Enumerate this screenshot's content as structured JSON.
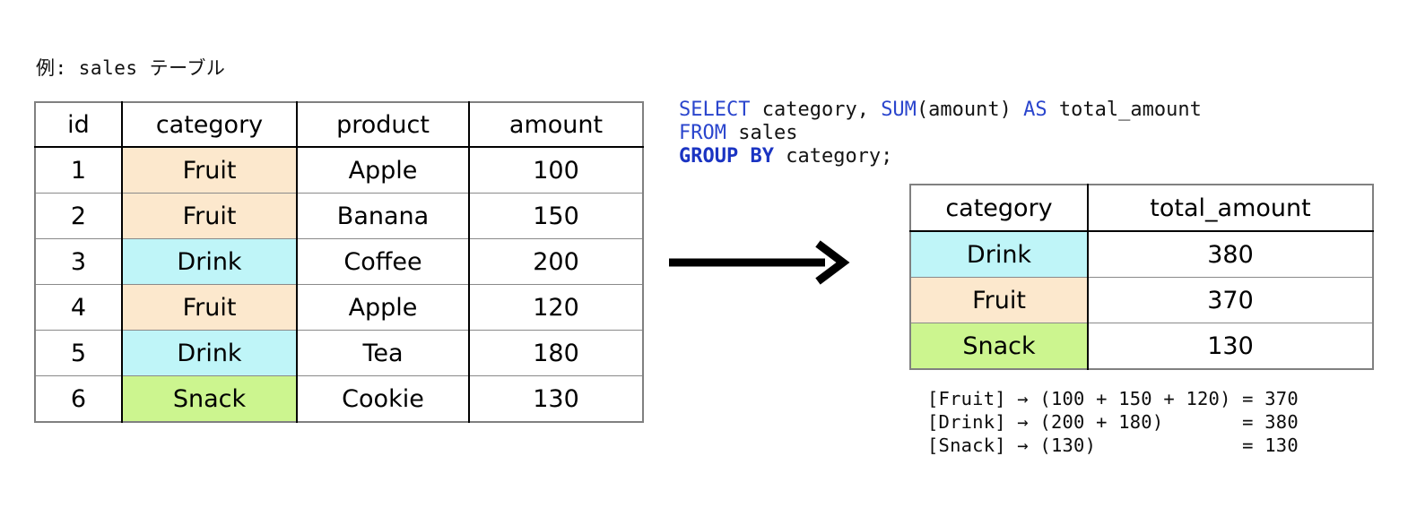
{
  "caption": "例: sales テーブル",
  "source_table": {
    "name": "sales",
    "headers": [
      "id",
      "category",
      "product",
      "amount"
    ],
    "rows": [
      {
        "id": "1",
        "category": "Fruit",
        "product": "Apple",
        "amount": "100",
        "fill": "fruit"
      },
      {
        "id": "2",
        "category": "Fruit",
        "product": "Banana",
        "amount": "150",
        "fill": "fruit"
      },
      {
        "id": "3",
        "category": "Drink",
        "product": "Coffee",
        "amount": "200",
        "fill": "drink"
      },
      {
        "id": "4",
        "category": "Fruit",
        "product": "Apple",
        "amount": "120",
        "fill": "fruit"
      },
      {
        "id": "5",
        "category": "Drink",
        "product": "Tea",
        "amount": "180",
        "fill": "drink"
      },
      {
        "id": "6",
        "category": "Snack",
        "product": "Cookie",
        "amount": "130",
        "fill": "snack"
      }
    ]
  },
  "sql": {
    "line1": {
      "kw1": "SELECT",
      "t1": " category, ",
      "kw2": "SUM",
      "t2": "(amount) ",
      "kw3": "AS",
      "t3": " total_amount"
    },
    "line2": {
      "kw1": "FROM",
      "t1": " sales"
    },
    "line3": {
      "kw1": "GROUP BY",
      "t1": " category;"
    },
    "full_text": "SELECT category, SUM(amount) AS total_amount\nFROM sales\nGROUP BY category;"
  },
  "arrow": {
    "icon": "right-arrow-icon"
  },
  "result_table": {
    "headers": [
      "category",
      "total_amount"
    ],
    "rows": [
      {
        "category": "Drink",
        "total_amount": "380",
        "fill": "drink"
      },
      {
        "category": "Fruit",
        "total_amount": "370",
        "fill": "fruit"
      },
      {
        "category": "Snack",
        "total_amount": "130",
        "fill": "snack"
      }
    ]
  },
  "explanation": {
    "lines": [
      "[Fruit] → (100 + 150 + 120) = 370",
      "[Drink] → (200 + 180)       = 380",
      "[Snack] → (130)             = 130"
    ],
    "full_text": "[Fruit] → (100 + 150 + 120) = 370\n[Drink] → (200 + 180)       = 380\n[Snack] → (130)             = 130"
  },
  "colors": {
    "fruit": "#fce8cd",
    "drink": "#bff5f8",
    "snack": "#ccf58f",
    "sql_keyword": "#2a45cd",
    "sql_keyword_bold": "#1b34c2",
    "border_outer": "#808080",
    "border_col": "#000000",
    "border_row": "#8a8a8a",
    "background": "#ffffff"
  },
  "chart_data": {
    "type": "table",
    "title": "例: sales テーブル",
    "source": {
      "columns": [
        "id",
        "category",
        "product",
        "amount"
      ],
      "rows": [
        [
          "1",
          "Fruit",
          "Apple",
          100
        ],
        [
          "2",
          "Fruit",
          "Banana",
          150
        ],
        [
          "3",
          "Drink",
          "Coffee",
          200
        ],
        [
          "4",
          "Fruit",
          "Apple",
          120
        ],
        [
          "5",
          "Drink",
          "Tea",
          180
        ],
        [
          "6",
          "Snack",
          "Cookie",
          130
        ]
      ]
    },
    "aggregation": {
      "operation": "SUM(amount) GROUP BY category",
      "columns": [
        "category",
        "total_amount"
      ],
      "categories": [
        "Drink",
        "Fruit",
        "Snack"
      ],
      "values": [
        380,
        370,
        130
      ],
      "breakdown": {
        "Fruit": [
          100,
          150,
          120
        ],
        "Drink": [
          200,
          180
        ],
        "Snack": [
          130
        ]
      }
    }
  }
}
